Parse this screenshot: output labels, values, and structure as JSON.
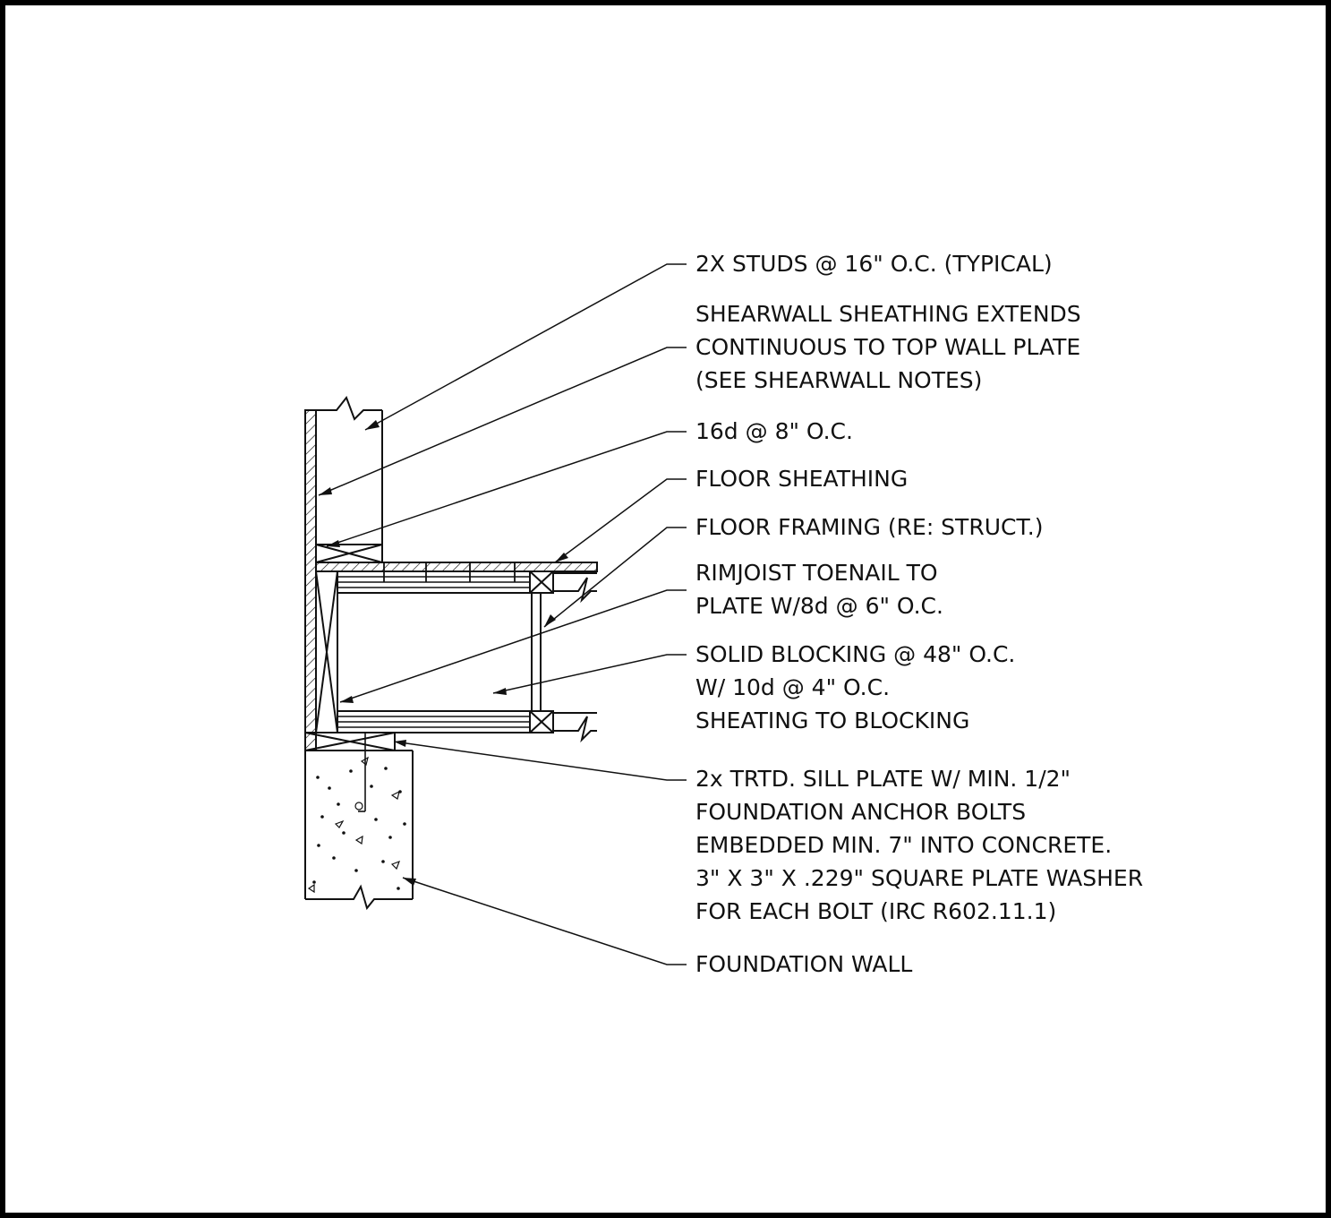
{
  "colors": {
    "ink": "#111111",
    "frame": "#000000",
    "paper": "#ffffff"
  },
  "notes": {
    "studs": {
      "lines": [
        "2X STUDS @ 16\" O.C. (TYPICAL)"
      ]
    },
    "shearwall": {
      "lines": [
        "SHEARWALL SHEATHING EXTENDS",
        "CONTINUOUS TO TOP WALL PLATE",
        "(SEE SHEARWALL NOTES)"
      ]
    },
    "nails16d": {
      "lines": [
        "16d @ 8\" O.C."
      ]
    },
    "floor_sheathing": {
      "lines": [
        "FLOOR SHEATHING"
      ]
    },
    "floor_framing": {
      "lines": [
        "FLOOR FRAMING (RE: STRUCT.)"
      ]
    },
    "rimjoist": {
      "lines": [
        "RIMJOIST TOENAIL TO",
        "PLATE W/8d @ 6\" O.C."
      ]
    },
    "blocking": {
      "lines": [
        "SOLID BLOCKING @ 48\" O.C.",
        "W/ 10d @ 4\" O.C.",
        "SHEATING TO BLOCKING"
      ]
    },
    "sill_plate": {
      "lines": [
        "2x TRTD. SILL PLATE W/ MIN. 1/2\"",
        "FOUNDATION ANCHOR BOLTS",
        "EMBEDDED MIN. 7\" INTO CONCRETE.",
        "3\" X 3\" X .229\" SQUARE PLATE WASHER",
        "FOR EACH BOLT (IRC R602.11.1)"
      ]
    },
    "foundation": {
      "lines": [
        "FOUNDATION WALL"
      ]
    }
  }
}
